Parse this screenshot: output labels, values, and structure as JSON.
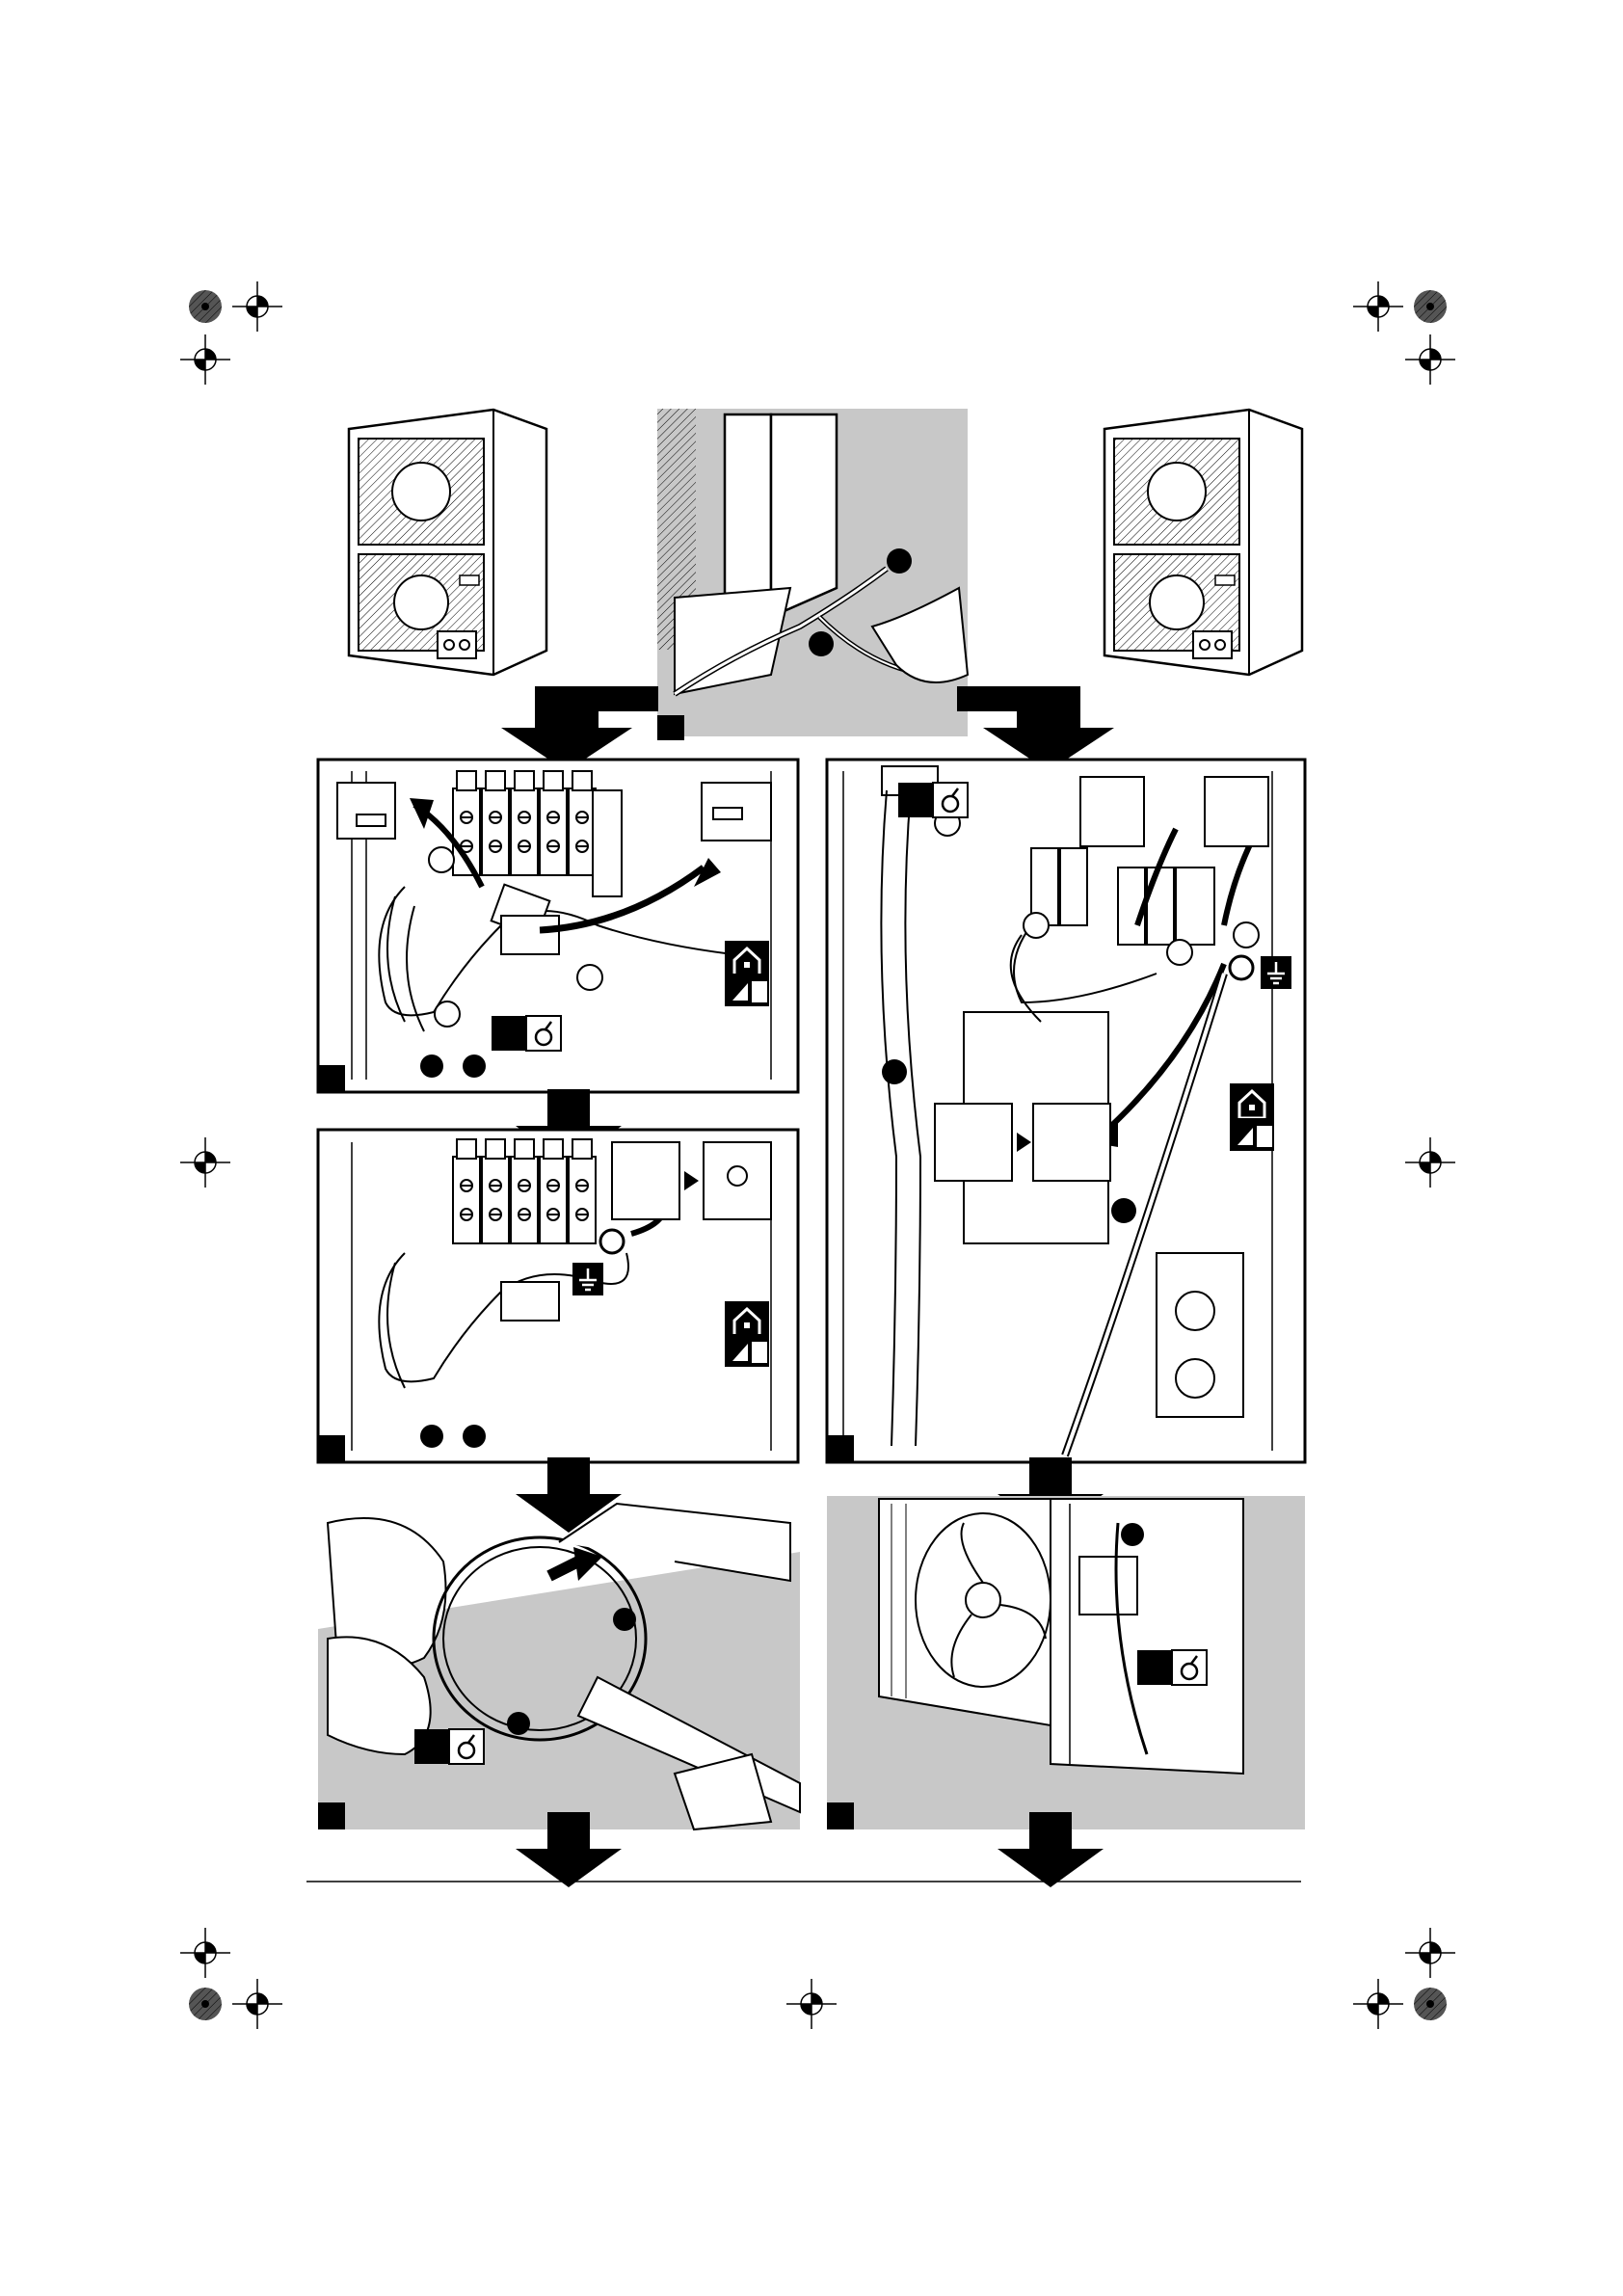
{
  "document": {
    "type": "installation-illustration",
    "text_labels": []
  },
  "panels": [
    {
      "id": "unit-left",
      "description_icon": "outdoor-unit-icon"
    },
    {
      "id": "unit-center-drain",
      "description_icon": "drain-hose-icon"
    },
    {
      "id": "unit-right",
      "description_icon": "outdoor-unit-icon"
    },
    {
      "id": "wiring-step-a",
      "description_icon": "terminal-block-icon"
    },
    {
      "id": "wiring-step-b",
      "description_icon": "terminal-block-icon"
    },
    {
      "id": "wiring-right",
      "description_icon": "terminal-block-icon"
    },
    {
      "id": "cable-tie-step",
      "description_icon": "cable-tie-icon"
    },
    {
      "id": "fan-compartment-step",
      "description_icon": "fan-icon"
    }
  ],
  "icons": [
    "home-icon",
    "ground-icon",
    "torque-icon",
    "arrow-down-icon",
    "registration-mark-icon",
    "color-target-icon"
  ],
  "colors": {
    "background": "#ffffff",
    "gray_fill": "#c8c8c8",
    "ink": "#000000"
  }
}
